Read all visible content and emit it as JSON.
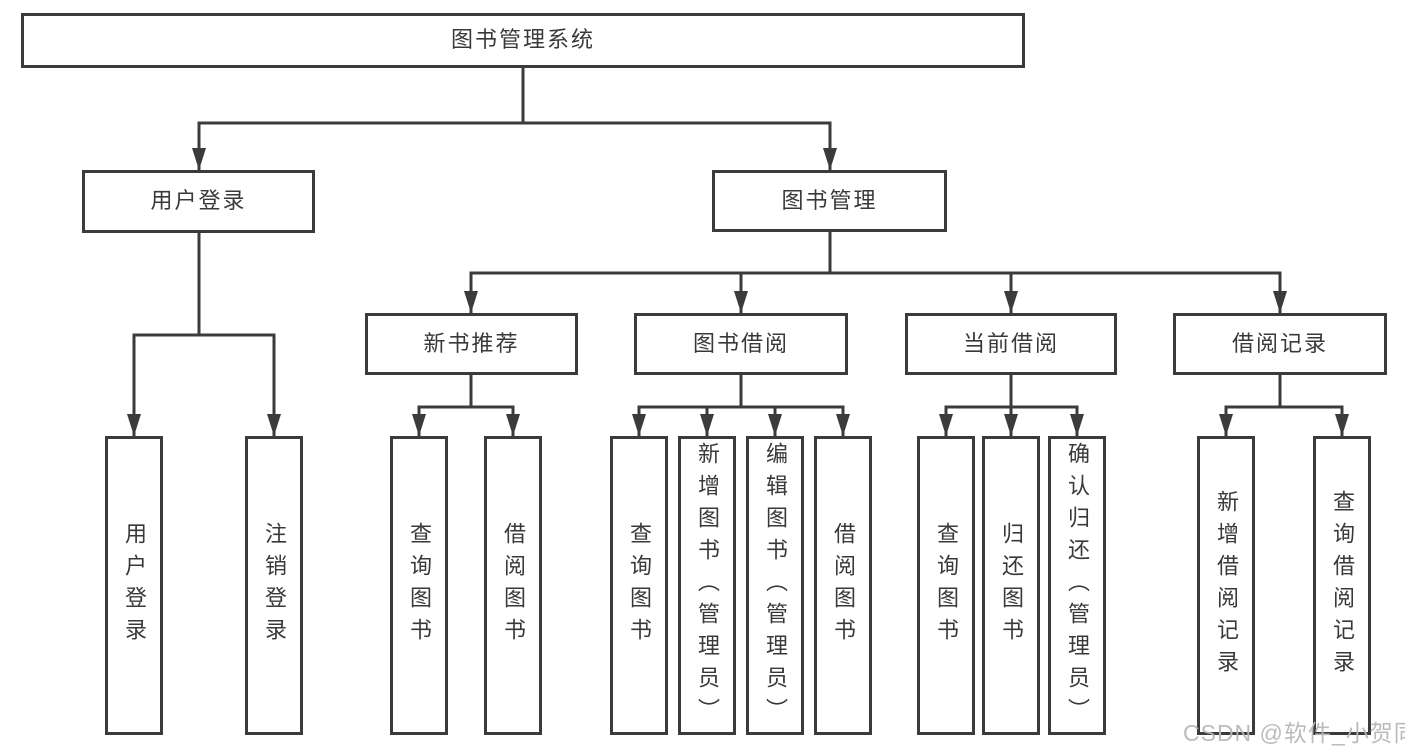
{
  "diagram": {
    "root": {
      "title": "图书管理系统"
    },
    "level2": {
      "user_login_branch": "用户登录",
      "book_management": "图书管理"
    },
    "level3": {
      "new_book_recommendation": "新书推荐",
      "book_borrowing": "图书借阅",
      "current_borrowing": "当前借阅",
      "borrowing_records": "借阅记录"
    },
    "leaves": {
      "user_login": "用户登录",
      "logout_login": "注销登录",
      "nb_query_books": "查询图书",
      "nb_borrow_books": "借阅图书",
      "bb_query_books": "查询图书",
      "bb_add_books_admin": "新增图书（管理员）",
      "bb_edit_books_admin": "编辑图书（管理员）",
      "bb_borrow_books": "借阅图书",
      "cb_query_books": "查询图书",
      "cb_return_books": "归还图书",
      "cb_confirm_return_admin": "确认归还（管理员）",
      "br_add_record": "新增借阅记录",
      "br_query_record": "查询借阅记录"
    },
    "watermark": "CSDN @软件_小贺同学",
    "colors": {
      "line": "#3b3b3b",
      "text": "#393939",
      "watermark": "#b7b7b7",
      "background": "#ffffff"
    }
  }
}
